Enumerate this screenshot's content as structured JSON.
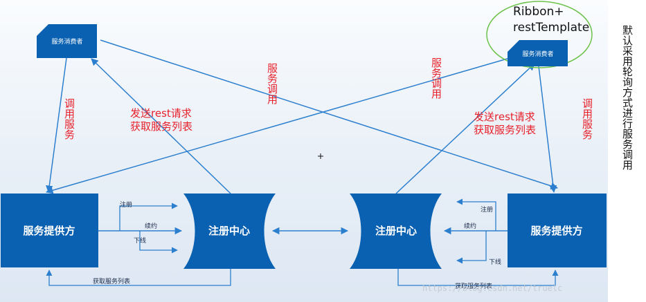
{
  "nodes": {
    "consumer_left": "服务消费者",
    "consumer_right": "服务消费者",
    "provider_left": "服务提供方",
    "provider_right": "服务提供方",
    "registry_left": "注册中心",
    "registry_right": "注册中心"
  },
  "edge_labels": {
    "register_left": "注册",
    "renew_left": "续约",
    "offline_left": "下线",
    "fetch_left": "获取服务列表",
    "register_right": "注册",
    "renew_right": "续约",
    "offline_right": "下线",
    "fetch_right": "获取服务列表"
  },
  "annotations": {
    "call_service_left": "调用服务",
    "call_service_right": "调用服务",
    "service_call_mid_left": "服务调用",
    "service_call_mid_right": "服务调用",
    "rest_request_left": "发送rest请求\n获取服务列表",
    "rest_request_right": "发送rest请求\n获取服务列表",
    "ribbon_note": "Ribbon+\nrestTemplate",
    "side_note": "默认采用轮询方式进行服务调用",
    "watermark": "https://blog.csdn.net/truelc"
  },
  "colors": {
    "box_blue": "#0a61b1",
    "line_blue": "#2c7fce",
    "label_red": "#e8202a",
    "ellipse_green": "#6cc24a"
  }
}
